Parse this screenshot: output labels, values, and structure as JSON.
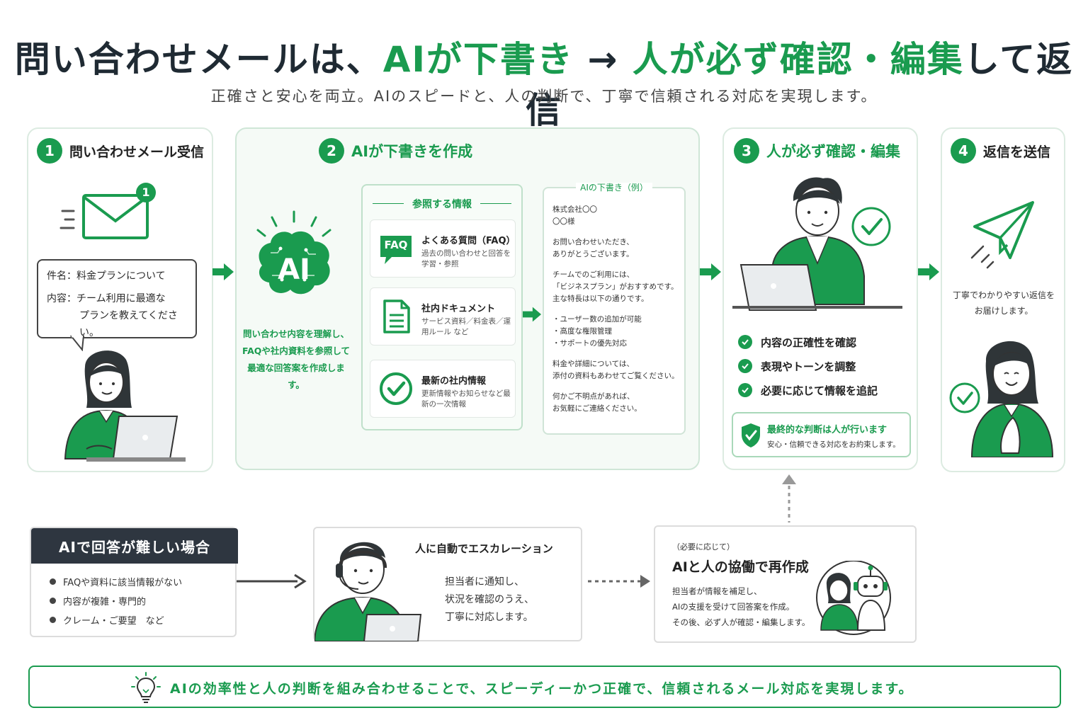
{
  "header": {
    "title_a": "問い合わせメールは、",
    "title_b": "AIが下書き",
    "title_c": " → ",
    "title_d": "人が必ず確認・編集",
    "title_e": "して返信",
    "subtitle": "正確さと安心を両立。AIのスピードと、人の判断で、丁寧で信頼される対応を実現します。"
  },
  "colors": {
    "accent": "#1a9b4f",
    "dark": "#2e3640",
    "border": "#dcebe1"
  },
  "step1": {
    "num": "1",
    "title": "問い合わせメール受信",
    "badge": "1",
    "subject_label": "件名：",
    "subject_value": "料金プランについて",
    "body_label": "内容：",
    "body_line1": "チーム利用に最適な",
    "body_line2": "プランを教えてください。"
  },
  "step2": {
    "num": "2",
    "title": "AIが下書きを作成",
    "ai_label": "AI",
    "desc_line1": "問い合わせ内容を理解し、",
    "desc_line2": "FAQや社内資料を参照して",
    "desc_line3": "最適な回答案を作成します。",
    "ref_title": "参照する情報",
    "refs": [
      {
        "icon": "faq-icon",
        "icon_text": "FAQ",
        "title": "よくある質問（FAQ）",
        "desc": "過去の問い合わせと回答を学習・参照"
      },
      {
        "icon": "document-icon",
        "title": "社内ドキュメント",
        "desc": "サービス資料／料金表／運用ルール など"
      },
      {
        "icon": "check-circle-icon",
        "title": "最新の社内情報",
        "desc": "更新情報やお知らせなど最新の一次情報"
      }
    ],
    "draft_title": "AIの下書き（例）",
    "draft": {
      "p1_l1": "株式会社〇〇",
      "p1_l2": "〇〇様",
      "p2_l1": "お問い合わせいただき、",
      "p2_l2": "ありがとうございます。",
      "p3_l1": "チームでのご利用には、",
      "p3_l2": "「ビジネスプラン」がおすすめです。",
      "p3_l3": "主な特長は以下の通りです。",
      "b1": "・ユーザー数の追加が可能",
      "b2": "・高度な権限管理",
      "b3": "・サポートの優先対応",
      "p5_l1": "料金や詳細については、",
      "p5_l2": "添付の資料もあわせてご覧ください。",
      "p6_l1": "何かご不明点があれば、",
      "p6_l2": "お気軽にご連絡ください。"
    }
  },
  "step3": {
    "num": "3",
    "title": "人が必ず確認・編集",
    "checks": [
      "内容の正確性を確認",
      "表現やトーンを調整",
      "必要に応じて情報を追記"
    ],
    "final_title": "最終的な判断は人が行います",
    "final_desc": "安心・信頼できる対応をお約束します。"
  },
  "step4": {
    "num": "4",
    "title": "返信を送信",
    "desc_line1": "丁寧でわかりやすい返信を",
    "desc_line2": "お届けします。"
  },
  "hard": {
    "title": "AIで回答が難しい場合",
    "items": [
      "FAQや資料に該当情報がない",
      "内容が複雑・専門的",
      "クレーム・ご要望　など"
    ]
  },
  "escalation": {
    "title": "人に自動でエスカレーション",
    "line1": "担当者に通知し、",
    "line2": "状況を確認のうえ、",
    "line3": "丁寧に対応します。"
  },
  "collab": {
    "need": "（必要に応じて）",
    "title": "AIと人の協働で再作成",
    "line1": "担当者が情報を補足し、",
    "line2": "AIの支援を受けて回答案を作成。",
    "line3": "その後、必ず人が確認・編集します。"
  },
  "footer": {
    "text": "AIの効率性と人の判断を組み合わせることで、スピーディーかつ正確で、信頼されるメール対応を実現します。"
  }
}
